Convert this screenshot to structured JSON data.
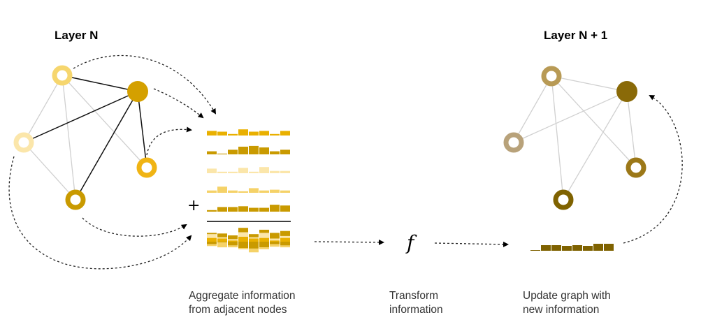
{
  "layer_n": {
    "title": "Layer N"
  },
  "layer_n1": {
    "title": "Layer N + 1"
  },
  "plus_sign": "+",
  "function_symbol": "f",
  "captions": {
    "aggregate": [
      "Aggregate information",
      "from adjacent nodes"
    ],
    "transform": [
      "Transform",
      "information"
    ],
    "update": [
      "Update graph with",
      "new information"
    ]
  },
  "colors": {
    "light": "#f6d66e",
    "pale": "#fbe6aa",
    "mid": "#f0b414",
    "gold": "#d4a000",
    "dark": "#b88c00",
    "out_light": "#b89a55",
    "out_pale": "#b8a27a",
    "out_mid": "#9c7818",
    "out_dark": "#8a6a08",
    "out_fill": "#7f6200"
  },
  "feature_vectors": [
    {
      "color": "#e9b000",
      "values": [
        6,
        5,
        2,
        8,
        5,
        6,
        2,
        6
      ]
    },
    {
      "color": "#c99a00",
      "values": [
        4,
        1,
        6,
        10,
        11,
        9,
        4,
        6
      ]
    },
    {
      "color": "#fbe6aa",
      "values": [
        6,
        2,
        2,
        7,
        2,
        8,
        3,
        3
      ]
    },
    {
      "color": "#f5d268",
      "values": [
        3,
        8,
        3,
        2,
        6,
        3,
        4,
        3
      ]
    },
    {
      "color": "#c99a00",
      "values": [
        2,
        6,
        6,
        7,
        5,
        5,
        9,
        8
      ]
    }
  ],
  "output_vector": {
    "color": "#7f6200",
    "values": [
      1,
      8,
      8,
      7,
      8,
      7,
      10,
      10
    ]
  }
}
